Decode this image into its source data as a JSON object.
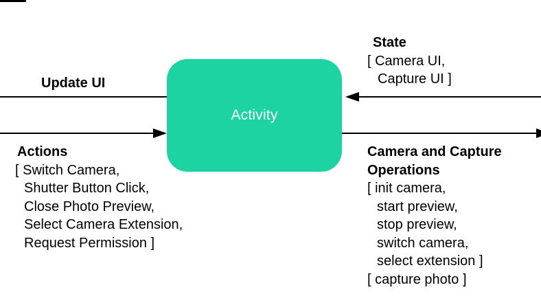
{
  "colors": {
    "box_fill": "#1ed3a2",
    "box_label": "#ffffff",
    "connector": "#000000",
    "text": "#000000"
  },
  "activity_box": {
    "label": "Activity"
  },
  "update_ui": {
    "label": "Update UI"
  },
  "state": {
    "title": "State",
    "items": [
      "[ Camera UI,",
      "Capture UI ]"
    ]
  },
  "actions": {
    "title": "Actions",
    "items": [
      "[ Switch Camera,",
      "Shutter Button Click,",
      "Close Photo Preview,",
      "Select Camera Extension,",
      "Request Permission ]"
    ]
  },
  "operations": {
    "title_lines": [
      "Camera and Capture",
      "Operations"
    ],
    "items": [
      "[ init camera,",
      "start preview,",
      "stop preview,",
      "switch camera,",
      "select extension ]",
      "[ capture photo ]"
    ]
  },
  "icons": {
    "actions_arrow": "arrowhead-right",
    "state_arrow": "arrowhead-left",
    "operations_arrow": "arrowhead-right"
  }
}
